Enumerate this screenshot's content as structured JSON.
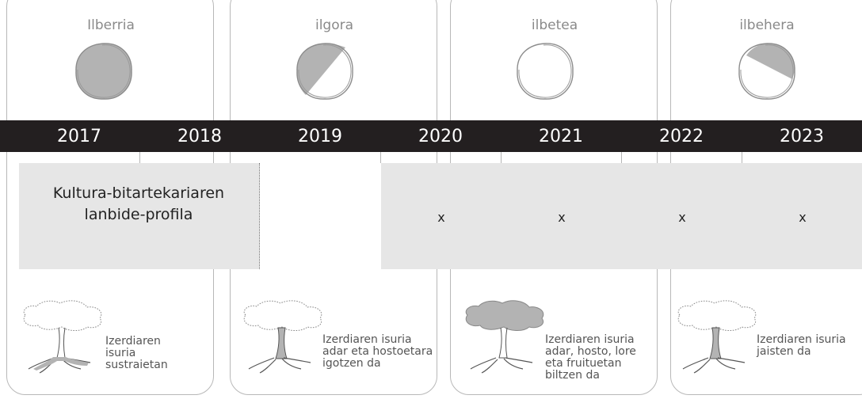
{
  "phases": [
    {
      "label": "Ilberria",
      "fill": "full"
    },
    {
      "label": "ilgora",
      "fill": "half"
    },
    {
      "label": "ilbetea",
      "fill": "none"
    },
    {
      "label": "ilbehera",
      "fill": "half-top"
    }
  ],
  "years": [
    "2017",
    "2018",
    "2019",
    "2020",
    "2021",
    "2022",
    "2023"
  ],
  "profile": {
    "line1": "Kultura-bitartekariaren",
    "line2": "lanbide-profila"
  },
  "marks": [
    "x",
    "x",
    "x",
    "x"
  ],
  "trees": [
    {
      "lines": [
        "Izerdiaren",
        "isuria",
        "sustraietan"
      ],
      "shaded": "roots"
    },
    {
      "lines": [
        "Izerdiaren isuria",
        "adar eta hostoetara",
        "igotzen da"
      ],
      "shaded": "trunk"
    },
    {
      "lines": [
        "Izerdiaren isuria",
        "adar, hosto, lore",
        "eta fruituetan",
        "biltzen da"
      ],
      "shaded": "crown"
    },
    {
      "lines": [
        "Izerdiaren isuria",
        "jaisten da"
      ],
      "shaded": "trunk"
    }
  ],
  "colors": {
    "bar": "#231f20",
    "panel": "#e6e6e6",
    "shade": "#b3b3b3",
    "outline": "#b8b8b8"
  }
}
